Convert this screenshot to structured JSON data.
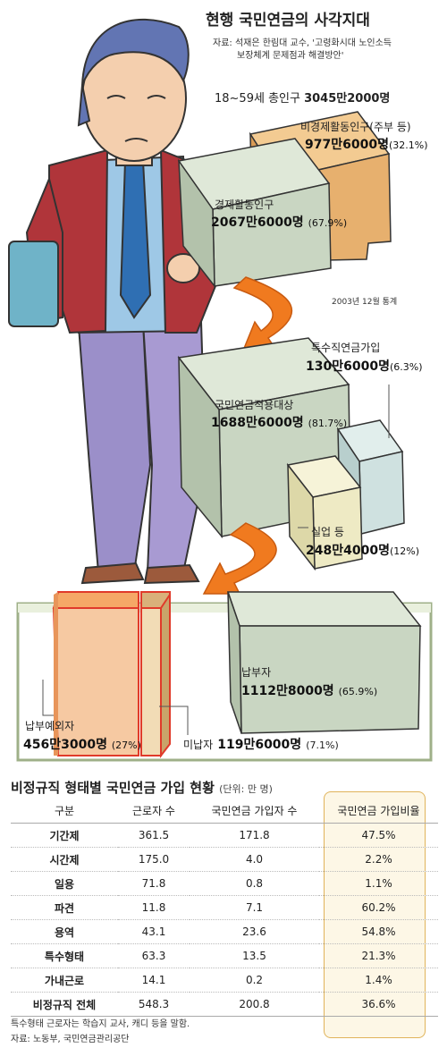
{
  "header": {
    "title": "현행 국민연금의 사각지대",
    "source_line1": "자료: 석재은 한림대 교수, '고령화시대 노인소득",
    "source_line2": "보장체계 문제점과 해결방안'"
  },
  "diagram": {
    "total_population": {
      "label": "18~59세 총인구",
      "value": "3045만2000명"
    },
    "non_economic": {
      "label": "비경제활동인구(주부 등)",
      "value": "977만6000명",
      "pct": "(32.1%)"
    },
    "economic": {
      "label": "경제활동인구",
      "value": "2067만6000명",
      "pct": "(67.9%)"
    },
    "stat_date": "2003년 12월 통계",
    "special_pension": {
      "label": "특수직연금가입",
      "value": "130만6000명",
      "pct": "(6.3%)"
    },
    "np_target": {
      "label": "국민연금적용대상",
      "value": "1688만6000명",
      "pct": "(81.7%)"
    },
    "unemployed": {
      "label": "실업 등",
      "value": "248만4000명",
      "pct": "(12%)"
    },
    "payers": {
      "label": "납부자",
      "value": "1112만8000명",
      "pct": "(65.9%)"
    },
    "exempt": {
      "label": "납부예외자",
      "value": "456만3000명",
      "pct": "(27%)"
    },
    "unpaid": {
      "label": "미납자",
      "value": "119만6000명",
      "pct": "(7.1%)"
    }
  },
  "table": {
    "title": "비정규직 형태별 국민연금 가입 현황",
    "unit": "(단위: 만 명)",
    "columns": [
      "구분",
      "근로자 수",
      "국민연금 가입자 수",
      "국민연금 가입비율"
    ],
    "rows": [
      [
        "기간제",
        "361.5",
        "171.8",
        "47.5%"
      ],
      [
        "시간제",
        "175.0",
        "4.0",
        "2.2%"
      ],
      [
        "일용",
        "71.8",
        "0.8",
        "1.1%"
      ],
      [
        "파견",
        "11.8",
        "7.1",
        "60.2%"
      ],
      [
        "용역",
        "43.1",
        "23.6",
        "54.8%"
      ],
      [
        "특수형태",
        "63.3",
        "13.5",
        "21.3%"
      ],
      [
        "가내근로",
        "14.1",
        "0.2",
        "1.4%"
      ],
      [
        "비정규직 전체",
        "548.3",
        "200.8",
        "36.6%"
      ]
    ]
  },
  "footnotes": {
    "note": "특수형태 근로자는 학습지 교사, 캐디 등을 말함.",
    "source": "자료: 노동부, 국민연금관리공단"
  },
  "colors": {
    "accent_orange": "#f07a1f",
    "economic_green": "#c9d6c2",
    "non_economic_tan": "#e7b06e",
    "light_blue": "#cfe1e0",
    "cream": "#eeeac4",
    "exempt_peach": "#f6c9a2",
    "unpaid_tan": "#e8c99a",
    "frame_green": "#9fb088"
  }
}
